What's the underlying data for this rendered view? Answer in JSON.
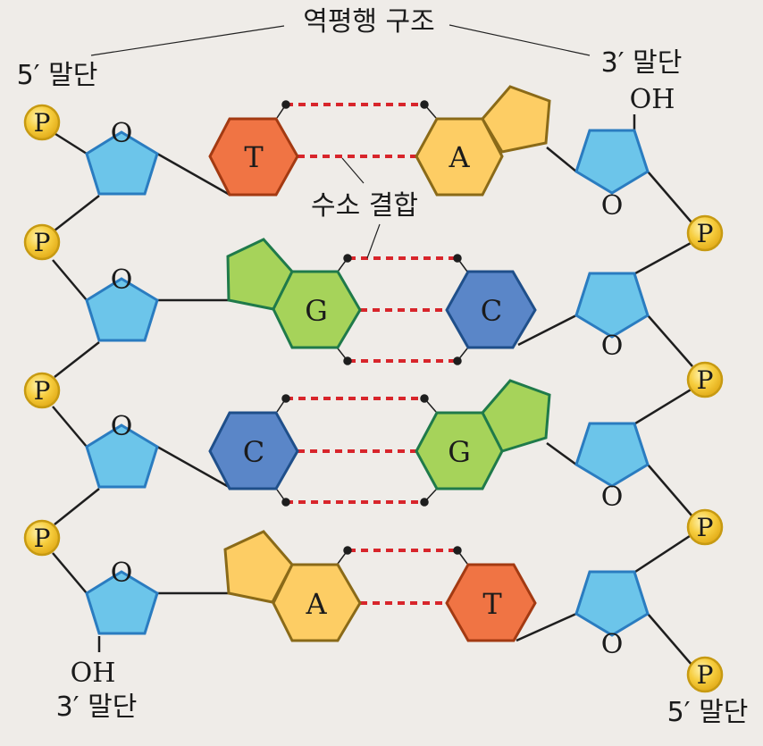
{
  "title": "역평행 구조",
  "hbond_label": "수소 결합",
  "ends": {
    "top_left": "5′ 말단",
    "top_right": "3′ 말단",
    "bottom_left": "3′ 말단",
    "bottom_right": "5′ 말단",
    "top_right_group": "OH",
    "bottom_left_group": "OH"
  },
  "atom_labels": {
    "phosphate": "P",
    "sugar_oxygen": "O"
  },
  "colors": {
    "background": "#efece8",
    "sugar_fill": "#6cc5ea",
    "sugar_stroke": "#2a7cc0",
    "phosphate_fill": "#f6cd3e",
    "phosphate_stroke": "#c79a12",
    "T_fill": "#f07444",
    "T_stroke": "#a33a12",
    "A_fill": "#fdcd64",
    "A_stroke": "#8a6a18",
    "G_fill": "#a6d35a",
    "G_stroke": "#1f7a4a",
    "C_fill": "#5a86c8",
    "C_stroke": "#1f4f8a",
    "hbond": "#d8252b"
  },
  "base_pairs": [
    {
      "left": "T",
      "right": "A",
      "hbonds": 2
    },
    {
      "left": "G",
      "right": "C",
      "hbonds": 3
    },
    {
      "left": "C",
      "right": "G",
      "hbonds": 3
    },
    {
      "left": "A",
      "right": "T",
      "hbonds": 2
    }
  ]
}
